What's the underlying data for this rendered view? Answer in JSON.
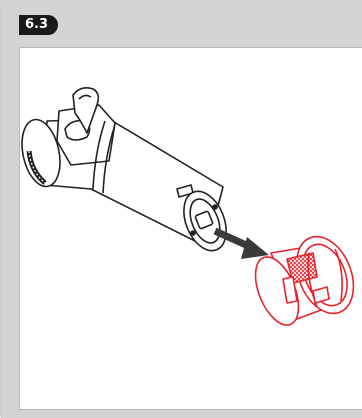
{
  "step": {
    "number": "6.3"
  },
  "illustration": {
    "components": [
      "handle-unit",
      "removable-cap"
    ],
    "accent_color": "#e8232a",
    "line_color": "#222222",
    "arrow_color": "#3a3a3a"
  }
}
